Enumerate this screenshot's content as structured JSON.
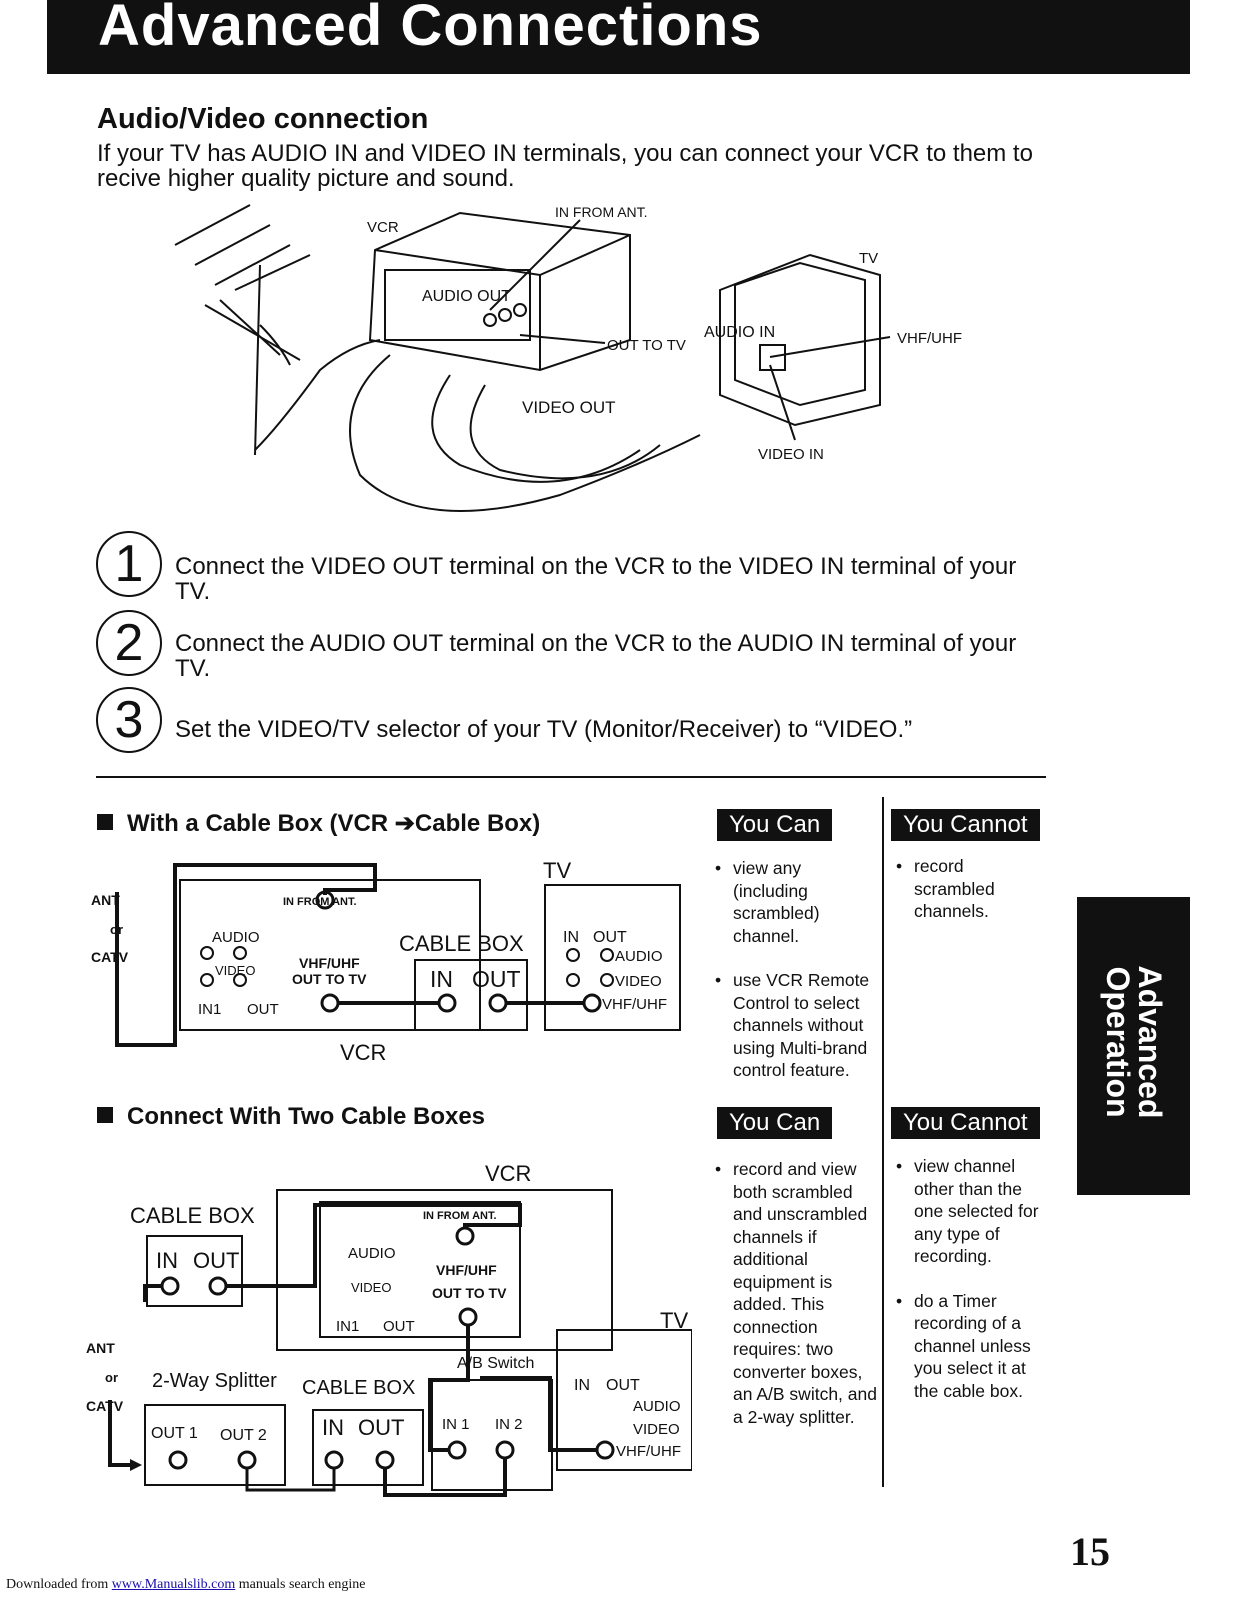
{
  "header": {
    "title": "Advanced  Connections"
  },
  "av_section": {
    "title": "Audio/Video connection",
    "intro": "If your TV has AUDIO IN and VIDEO IN terminals, you can connect your VCR to them to recive higher quality picture and sound.",
    "diagram_labels": {
      "vcr": "VCR",
      "in_from_ant": "IN FROM ANT.",
      "tv": "TV",
      "audio_out": "AUDIO OUT",
      "audio_in": "AUDIO IN",
      "out_to_tv": "OUT TO TV",
      "vhf_uhf": "VHF/UHF",
      "video_out": "VIDEO OUT",
      "video_in": "VIDEO IN"
    },
    "steps": [
      {
        "num": "1",
        "text": "Connect the VIDEO OUT terminal on the VCR to the VIDEO IN terminal of your TV."
      },
      {
        "num": "2",
        "text": "Connect the AUDIO OUT terminal on the VCR to the AUDIO IN terminal of your TV."
      },
      {
        "num": "3",
        "text": "Set the VIDEO/TV selector of your TV (Monitor/Receiver) to “VIDEO.”"
      }
    ]
  },
  "cable_box": {
    "title": "With a Cable Box (VCR ➔Cable Box)",
    "labels": {
      "ant": "ANT",
      "or": "or",
      "catv": "CATV",
      "in_from_ant": "IN FROM ANT.",
      "audio": "AUDIO",
      "video": "VIDEO",
      "in1": "IN1",
      "out": "OUT",
      "vhf_uhf": "VHF/UHF",
      "out_to_tv": "OUT TO TV",
      "cable_box": "CABLE BOX",
      "in": "IN",
      "out_big": "OUT",
      "tv": "TV",
      "tv_in": "IN",
      "tv_out": "OUT",
      "tv_audio": "AUDIO",
      "tv_video": "VIDEO",
      "tv_vhf": "VHF/UHF",
      "vcr": "VCR"
    },
    "you_can": {
      "label": "You Can",
      "items": [
        "view any (including scrambled) channel.",
        "use VCR Remote Control to select channels without using Multi-brand control feature."
      ]
    },
    "you_cannot": {
      "label": "You Cannot",
      "items": [
        "record scrambled channels."
      ]
    }
  },
  "two_boxes": {
    "title": "Connect With Two Cable Boxes",
    "labels": {
      "vcr": "VCR",
      "cable_box_top": "CABLE BOX",
      "in": "IN",
      "out": "OUT",
      "in_from_ant": "IN FROM ANT.",
      "audio": "AUDIO",
      "video": "VIDEO",
      "in1": "IN1",
      "vcr_out": "OUT",
      "vhf_uhf": "VHF/UHF",
      "out_to_tv": "OUT TO TV",
      "tv": "TV",
      "ant": "ANT",
      "or": "or",
      "catv": "CATV",
      "splitter": "2-Way Splitter",
      "out1": "OUT 1",
      "out2": "OUT 2",
      "cable_box_bottom": "CABLE BOX",
      "ab_switch": "A/B Switch",
      "sw_in1": "IN 1",
      "sw_in2": "IN 2",
      "tv_in": "IN",
      "tv_out": "OUT",
      "tv_audio": "AUDIO",
      "tv_video": "VIDEO",
      "tv_vhf": "VHF/UHF"
    },
    "you_can": {
      "label": "You Can",
      "items": [
        "record and view both scrambled and unscrambled channels if additional equipment is added. This connection requires: two converter boxes, an A/B switch, and a 2-way splitter."
      ]
    },
    "you_cannot": {
      "label": "You Cannot",
      "items": [
        "view channel other than the one selected for any type of recording.",
        "do a Timer recording of a channel unless you select it at the cable box."
      ]
    }
  },
  "side_tab": {
    "line1": "Advanced",
    "line2": "Operation"
  },
  "page_number": "15",
  "footer": {
    "prefix": "Downloaded from ",
    "link": "www.Manualslib.com",
    "suffix": " manuals search engine"
  }
}
